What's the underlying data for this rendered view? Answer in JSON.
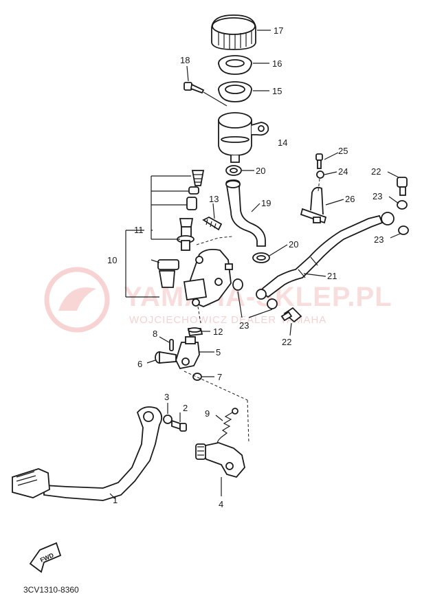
{
  "watermark": {
    "line1": "YAMAHA-SKLEP.PL",
    "line2": "WOJCIECHOWICZ DEALER YAMAHA",
    "color": "#f0b8b8"
  },
  "diagram_code": "3CV1310-8360",
  "fwd_label": "FWD",
  "callouts": [
    {
      "id": "1",
      "text": "1"
    },
    {
      "id": "2",
      "text": "2"
    },
    {
      "id": "3",
      "text": "3"
    },
    {
      "id": "4",
      "text": "4"
    },
    {
      "id": "5",
      "text": "5"
    },
    {
      "id": "6",
      "text": "6"
    },
    {
      "id": "7",
      "text": "7"
    },
    {
      "id": "8",
      "text": "8"
    },
    {
      "id": "9",
      "text": "9"
    },
    {
      "id": "10",
      "text": "10"
    },
    {
      "id": "11",
      "text": "11"
    },
    {
      "id": "12",
      "text": "12"
    },
    {
      "id": "13",
      "text": "13"
    },
    {
      "id": "14",
      "text": "14"
    },
    {
      "id": "15",
      "text": "15"
    },
    {
      "id": "16",
      "text": "16"
    },
    {
      "id": "17",
      "text": "17"
    },
    {
      "id": "18",
      "text": "18"
    },
    {
      "id": "19",
      "text": "19"
    },
    {
      "id": "20a",
      "text": "20"
    },
    {
      "id": "20b",
      "text": "20"
    },
    {
      "id": "21",
      "text": "21"
    },
    {
      "id": "22a",
      "text": "22"
    },
    {
      "id": "22b",
      "text": "22"
    },
    {
      "id": "23a",
      "text": "23"
    },
    {
      "id": "23b",
      "text": "23"
    },
    {
      "id": "23c",
      "text": "23"
    },
    {
      "id": "24",
      "text": "24"
    },
    {
      "id": "25",
      "text": "25"
    },
    {
      "id": "26",
      "text": "26"
    }
  ]
}
